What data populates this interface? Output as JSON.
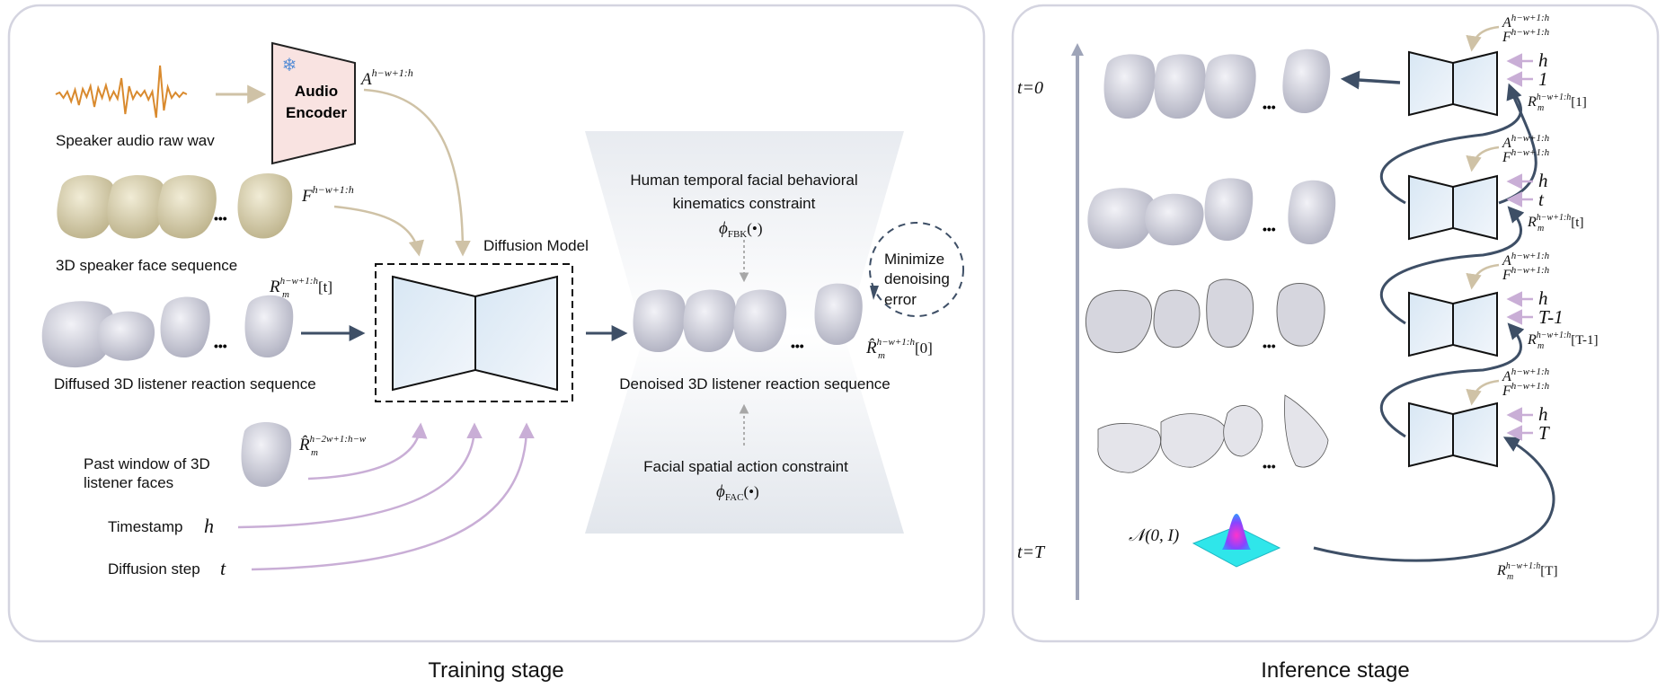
{
  "training": {
    "caption": "Training stage",
    "audio_label": "Speaker audio raw wav",
    "encoder_line1": "Audio",
    "encoder_line2": "Encoder",
    "audio_feature": "A",
    "audio_feature_sup": "h−w+1:h",
    "speaker_face_label": "3D speaker face sequence",
    "speaker_feature": "F",
    "speaker_feature_sup": "h−w+1:h",
    "diffused_label": "Diffused 3D listener reaction sequence",
    "diffused_feature": "R",
    "diffused_sub": "m",
    "diffused_sup": "h−w+1:h",
    "diffused_idx": "[t]",
    "diffusion_model_label": "Diffusion Model",
    "past_label_1": "Past window of 3D",
    "past_label_2": "listener faces",
    "past_feature": "R̂",
    "past_sub": "m",
    "past_sup": "h−2w+1:h−w",
    "timestamp_label": "Timestamp",
    "timestamp_sym": "h",
    "diffstep_label": "Diffusion step",
    "diffstep_sym": "t",
    "fbk_line1": "Human temporal facial behavioral",
    "fbk_line2": "kinematics constraint",
    "fbk_sym": "ϕ",
    "fbk_sub": "FBK",
    "fbk_arg": "(•)",
    "minimize_1": "Minimize",
    "minimize_2": "denoising",
    "minimize_3": "error",
    "denoised_label": "Denoised 3D listener reaction sequence",
    "denoised_feature": "R̂",
    "denoised_sub": "m",
    "denoised_sup": "h−w+1:h",
    "denoised_idx": "[0]",
    "fac_label": "Facial spatial action constraint",
    "fac_sym": "ϕ",
    "fac_sub": "FAC",
    "fac_arg": "(•)",
    "ellipsis": "•••"
  },
  "inference": {
    "caption": "Inference stage",
    "t0_label": "t=0",
    "tT_label": "t=T",
    "noise_label": "𝒩(0, I)",
    "cond_A": "A",
    "cond_F": "F",
    "cond_sup": "h−w+1:h",
    "cond_h": "h",
    "steps": [
      {
        "step": "1",
        "r_idx": "[1]"
      },
      {
        "step": "t",
        "r_idx": "[t]"
      },
      {
        "step": "T-1",
        "r_idx": "[T-1]"
      },
      {
        "step": "T",
        "r_idx": "[T]"
      }
    ],
    "r_sym": "R",
    "r_sub": "m",
    "r_sup": "h−w+1:h",
    "ellipsis": "•••"
  },
  "colors": {
    "panel_border": "#d4d4e0",
    "audio_wave": "#d98a2e",
    "encoder_fill": "#f9e3e1",
    "tan_arrow": "#cfc2a6",
    "purple_arrow": "#c9aed6",
    "dark_arrow": "#3e4f66",
    "speaker_face": "#d9d2b0",
    "listener_face": "#c9cad6",
    "model_fill": "#e3eef7"
  }
}
